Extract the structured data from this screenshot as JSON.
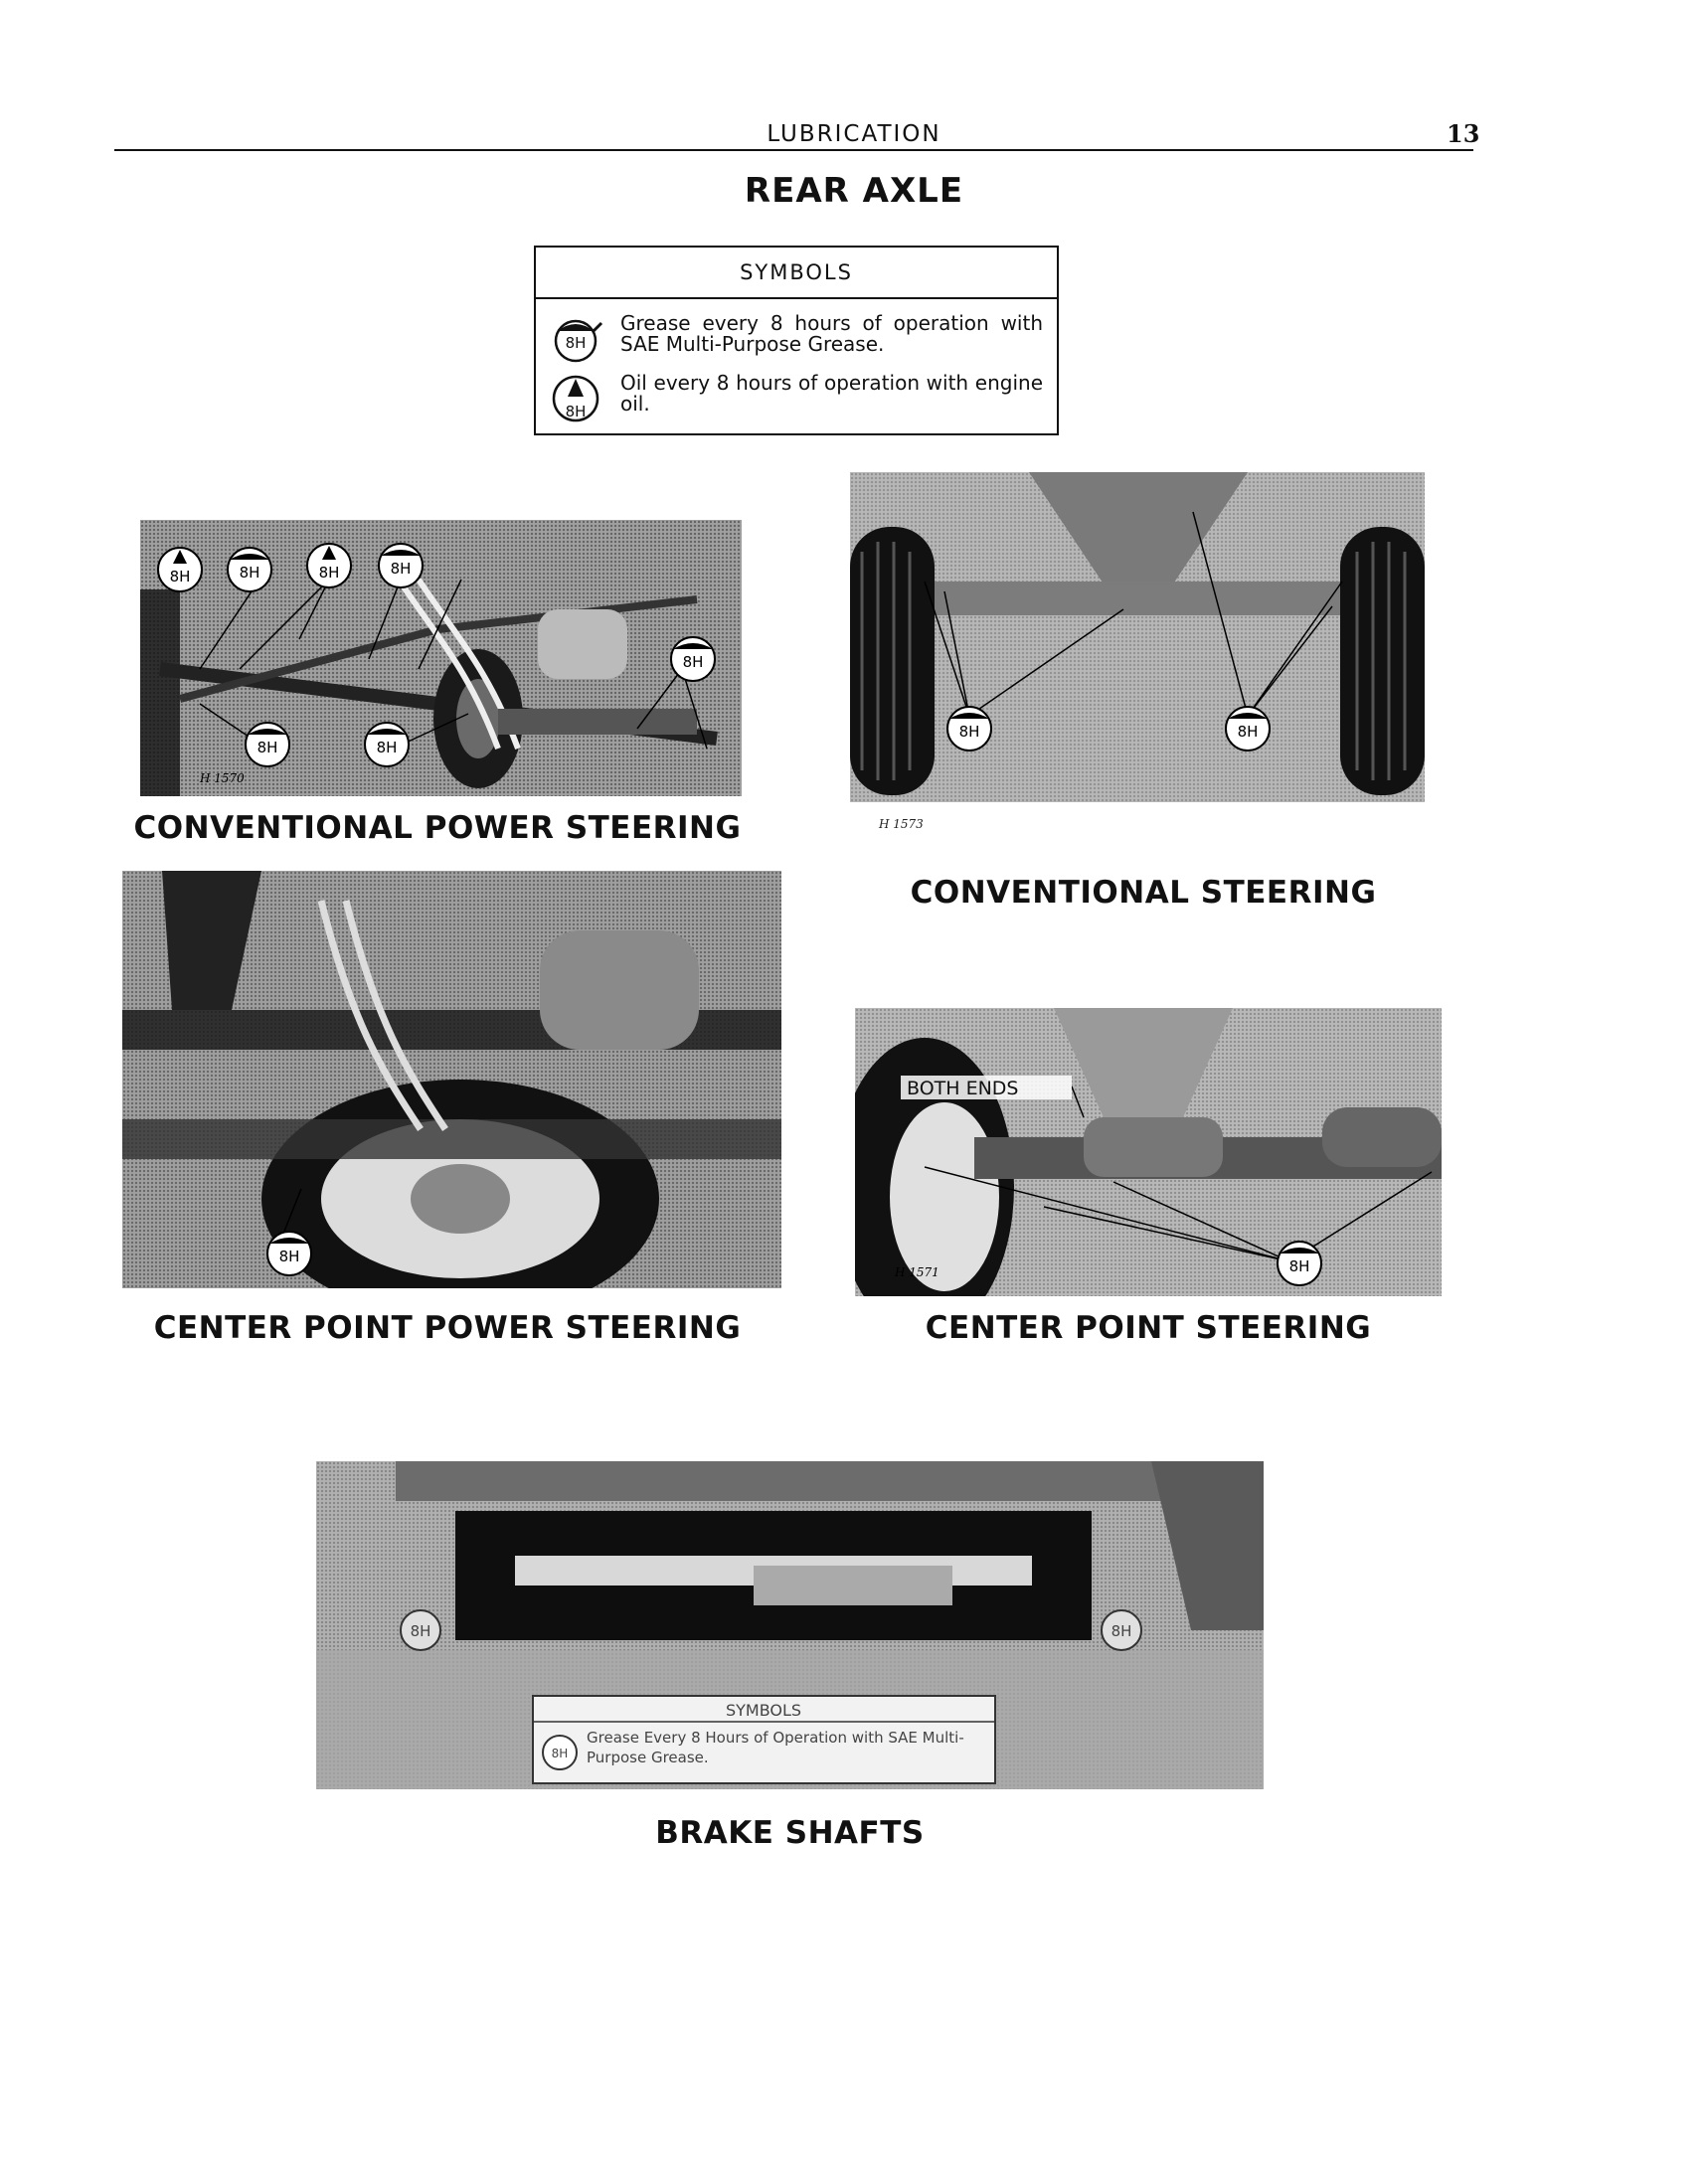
{
  "header": {
    "running_title": "LUBRICATION",
    "page_number": "13"
  },
  "section_title": "REAR AXLE",
  "symbols_box": {
    "heading": "SYMBOLS",
    "items": [
      {
        "icon": "grease-8h-icon",
        "badge": "8H",
        "text": "Grease every 8 hours of operation with SAE Multi-Purpose Grease."
      },
      {
        "icon": "oil-8h-icon",
        "badge": "8H",
        "text": "Oil every 8 hours of operation with engine oil."
      }
    ]
  },
  "figures": {
    "conventional_power_steering": {
      "caption": "CONVENTIONAL POWER STEERING",
      "fig_no": "H 1570",
      "badge": "8H"
    },
    "conventional_steering": {
      "caption": "CONVENTIONAL STEERING",
      "fig_no": "H 1573",
      "badge": "8H"
    },
    "center_point_power_steering": {
      "caption": "CENTER POINT POWER STEERING",
      "badge": "8H"
    },
    "center_point_steering": {
      "caption": "CENTER POINT STEERING",
      "fig_no": "H 1571",
      "callout": "BOTH ENDS",
      "badge": "8H"
    },
    "brake_shafts": {
      "caption": "BRAKE SHAFTS",
      "badge": "8H",
      "decal_heading": "SYMBOLS",
      "decal_text": "Grease Every 8 Hours of Operation with SAE Multi-Purpose Grease."
    }
  }
}
